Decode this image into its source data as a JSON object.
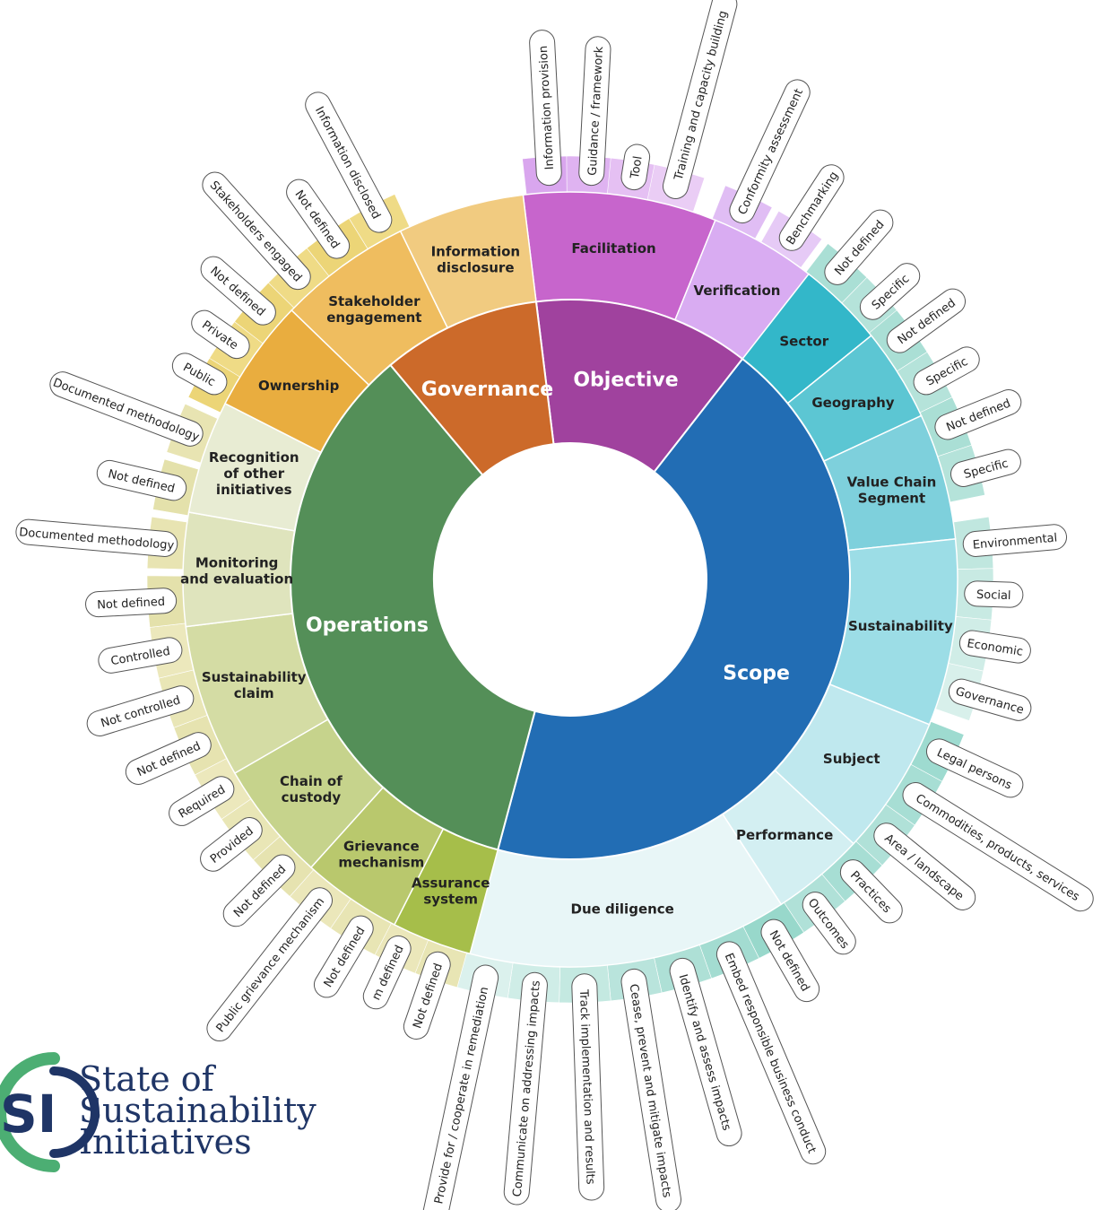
{
  "center": "",
  "inner": [
    {
      "key": "objective",
      "label": "Objective",
      "color": "#a0429e",
      "a0": -7,
      "a1": 38
    },
    {
      "key": "scope",
      "label": "Scope",
      "color": "#226db4",
      "a0": 38,
      "a1": 195
    },
    {
      "key": "operations",
      "label": "Operations",
      "color": "#548f58",
      "a0": 195,
      "a1": 320
    },
    {
      "key": "governance",
      "label": "Governance",
      "color": "#cc6a2a",
      "a0": 320,
      "a1": 353
    }
  ],
  "middle": [
    {
      "label": "Facilitation",
      "color": "#c765cc",
      "a0": -7,
      "a1": 22,
      "text": "#222"
    },
    {
      "label": "Verification",
      "color": "#d9acf2",
      "a0": 22,
      "a1": 38,
      "text": "#222"
    },
    {
      "label": "Sector",
      "color": "#33b7c9",
      "a0": 38,
      "a1": 51,
      "text": "#222"
    },
    {
      "label": "Geography",
      "color": "#5cc6d3",
      "a0": 51,
      "a1": 65,
      "text": "#222"
    },
    {
      "label": "Value Chain Segment",
      "color": "#7ed0dc",
      "a0": 65,
      "a1": 84,
      "text": "#222"
    },
    {
      "label": "Sustainability",
      "color": "#9cdde6",
      "a0": 84,
      "a1": 112,
      "text": "#222"
    },
    {
      "label": "Subject",
      "color": "#bfe8ee",
      "a0": 112,
      "a1": 133,
      "text": "#222"
    },
    {
      "label": "Performance",
      "color": "#d3eff2",
      "a0": 133,
      "a1": 147,
      "text": "#222"
    },
    {
      "label": "Due diligence",
      "color": "#e8f6f7",
      "a0": 147,
      "a1": 195,
      "text": "#222"
    },
    {
      "label": "Assurance system",
      "color": "#a6be4a",
      "a0": 195,
      "a1": 207,
      "text": "#222"
    },
    {
      "label": "Grievance mechanism",
      "color": "#b9c86d",
      "a0": 207,
      "a1": 222,
      "text": "#222"
    },
    {
      "label": "Chain of custody",
      "color": "#c6d38c",
      "a0": 222,
      "a1": 240,
      "text": "#222"
    },
    {
      "label": "Sustainability claim",
      "color": "#d4dca4",
      "a0": 240,
      "a1": 263,
      "text": "#222"
    },
    {
      "label": "Monitoring and evaluation",
      "color": "#dfe4bd",
      "a0": 263,
      "a1": 280,
      "text": "#222"
    },
    {
      "label": "Recognition of other initiatives",
      "color": "#e8ecd3",
      "a0": 280,
      "a1": 297,
      "text": "#222"
    },
    {
      "label": "Ownership",
      "color": "#e9ad3f",
      "a0": 297,
      "a1": 314,
      "text": "#222"
    },
    {
      "label": "Stakeholder engagement",
      "color": "#efbd5f",
      "a0": 314,
      "a1": 334,
      "text": "#222"
    },
    {
      "label": "Information disclosure",
      "color": "#f1cb80",
      "a0": 334,
      "a1": 353,
      "text": "#222"
    }
  ],
  "outer": [
    {
      "label": "Information provision",
      "a": -3,
      "color": "#d9a6ee"
    },
    {
      "label": "Guidance / framework",
      "a": 3,
      "color": "#dfb3f1"
    },
    {
      "label": "Tool",
      "a": 9,
      "color": "#e5c0f3"
    },
    {
      "label": "Training and capacity building",
      "a": 15,
      "color": "#eacdf5"
    },
    {
      "label": "Conformity assessment",
      "a": 25,
      "color": "#e0bdf4"
    },
    {
      "label": "Benchmarking",
      "a": 33,
      "color": "#e6caf6"
    },
    {
      "label": "Not defined",
      "a": 41,
      "color": "#aadfd5"
    },
    {
      "label": "Specific",
      "a": 48,
      "color": "#b5e3da"
    },
    {
      "label": "Not defined",
      "a": 54,
      "color": "#aadfd5"
    },
    {
      "label": "Specific",
      "a": 61,
      "color": "#b5e3da"
    },
    {
      "label": "Not defined",
      "a": 68,
      "color": "#aadfd5"
    },
    {
      "label": "Specific",
      "a": 75,
      "color": "#b5e3da"
    },
    {
      "label": "Environmental",
      "a": 85,
      "color": "#c0e7df"
    },
    {
      "label": "Social",
      "a": 92,
      "color": "#c8eae3"
    },
    {
      "label": "Economic",
      "a": 99,
      "color": "#d0ede7"
    },
    {
      "label": "Governance",
      "a": 106,
      "color": "#d8f0eb"
    },
    {
      "label": "Legal persons",
      "a": 115,
      "color": "#9edbd0"
    },
    {
      "label": "Commodities, products, services",
      "a": 122,
      "color": "#a7ded4"
    },
    {
      "label": "Area / landscape",
      "a": 129,
      "color": "#b0e1d8"
    },
    {
      "label": "Practices",
      "a": 136,
      "color": "#a7ded4"
    },
    {
      "label": "Outcomes",
      "a": 143,
      "color": "#b0e1d8"
    },
    {
      "label": "Not defined",
      "a": 150,
      "color": "#98d8cb"
    },
    {
      "label": "Embed responsible business conduct",
      "a": 157,
      "color": "#a3dcd1"
    },
    {
      "label": "Identify and assess impacts",
      "a": 164,
      "color": "#aee0d6"
    },
    {
      "label": "Cease, prevent and mitigate impacts",
      "a": 171,
      "color": "#b9e4dc"
    },
    {
      "label": "Track implementation and results",
      "a": 178,
      "color": "#c4e9e1"
    },
    {
      "label": "Communicate on addressing impacts",
      "a": 185,
      "color": "#cfede7"
    },
    {
      "label": "Provide for / cooperate in remediation",
      "a": 192,
      "color": "#dbf1ed"
    },
    {
      "label": "Not defined",
      "a": 199,
      "color": "#e8e5b4"
    },
    {
      "label": "m defined",
      "a": 205,
      "color": "#ebe7ba"
    },
    {
      "label": "Not defined",
      "a": 211,
      "color": "#e8e5b4"
    },
    {
      "label": "Public grievance mechanism",
      "a": 218,
      "color": "#ebe7ba"
    },
    {
      "label": "Not defined",
      "a": 225,
      "color": "#e6e3b0"
    },
    {
      "label": "Provided",
      "a": 232,
      "color": "#e9e6b6"
    },
    {
      "label": "Required",
      "a": 239,
      "color": "#ece8bc"
    },
    {
      "label": "Not defined",
      "a": 246,
      "color": "#e6e3b0"
    },
    {
      "label": "Not controlled",
      "a": 253,
      "color": "#e9e6b6"
    },
    {
      "label": "Controlled",
      "a": 260,
      "color": "#ece8bc"
    },
    {
      "label": "Not defined",
      "a": 267,
      "color": "#e4e1ab"
    },
    {
      "label": "Documented methodology",
      "a": 275,
      "color": "#e8e4b2"
    },
    {
      "label": "Not defined",
      "a": 283,
      "color": "#e4e1ab"
    },
    {
      "label": "Documented methodology",
      "a": 291,
      "color": "#e8e4b2"
    },
    {
      "label": "Public",
      "a": 299,
      "color": "#ecd577"
    },
    {
      "label": "Private",
      "a": 305,
      "color": "#efdb86"
    },
    {
      "label": "Not defined",
      "a": 311,
      "color": "#ecd577"
    },
    {
      "label": "Stakeholders engaged",
      "a": 318,
      "color": "#efdb86"
    },
    {
      "label": "Not defined",
      "a": 325,
      "color": "#ecd577"
    },
    {
      "label": "Information disclosed",
      "a": 332,
      "color": "#efdb86"
    }
  ],
  "logo": {
    "line1": "State of",
    "line2": "Sustainability",
    "line3": "Initiatives",
    "mark": "SSI"
  }
}
